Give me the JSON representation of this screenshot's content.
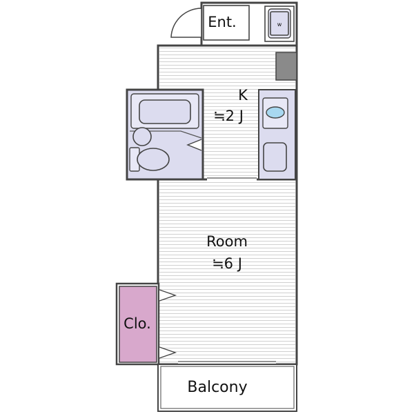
{
  "labels": {
    "entrance": "Ent.",
    "kitchen_name": "K",
    "kitchen_size": "≒2 J",
    "room_name": "Room",
    "room_size": "≒6 J",
    "closet": "Clo.",
    "balcony": "Balcony",
    "washer": "w"
  },
  "colors": {
    "closet_fill": "#d8a8cc",
    "fixture_fill": "#dcdcef",
    "floor_lines": "#cfcfcf",
    "wall": "#444444",
    "pillar": "#8a8a8a"
  }
}
